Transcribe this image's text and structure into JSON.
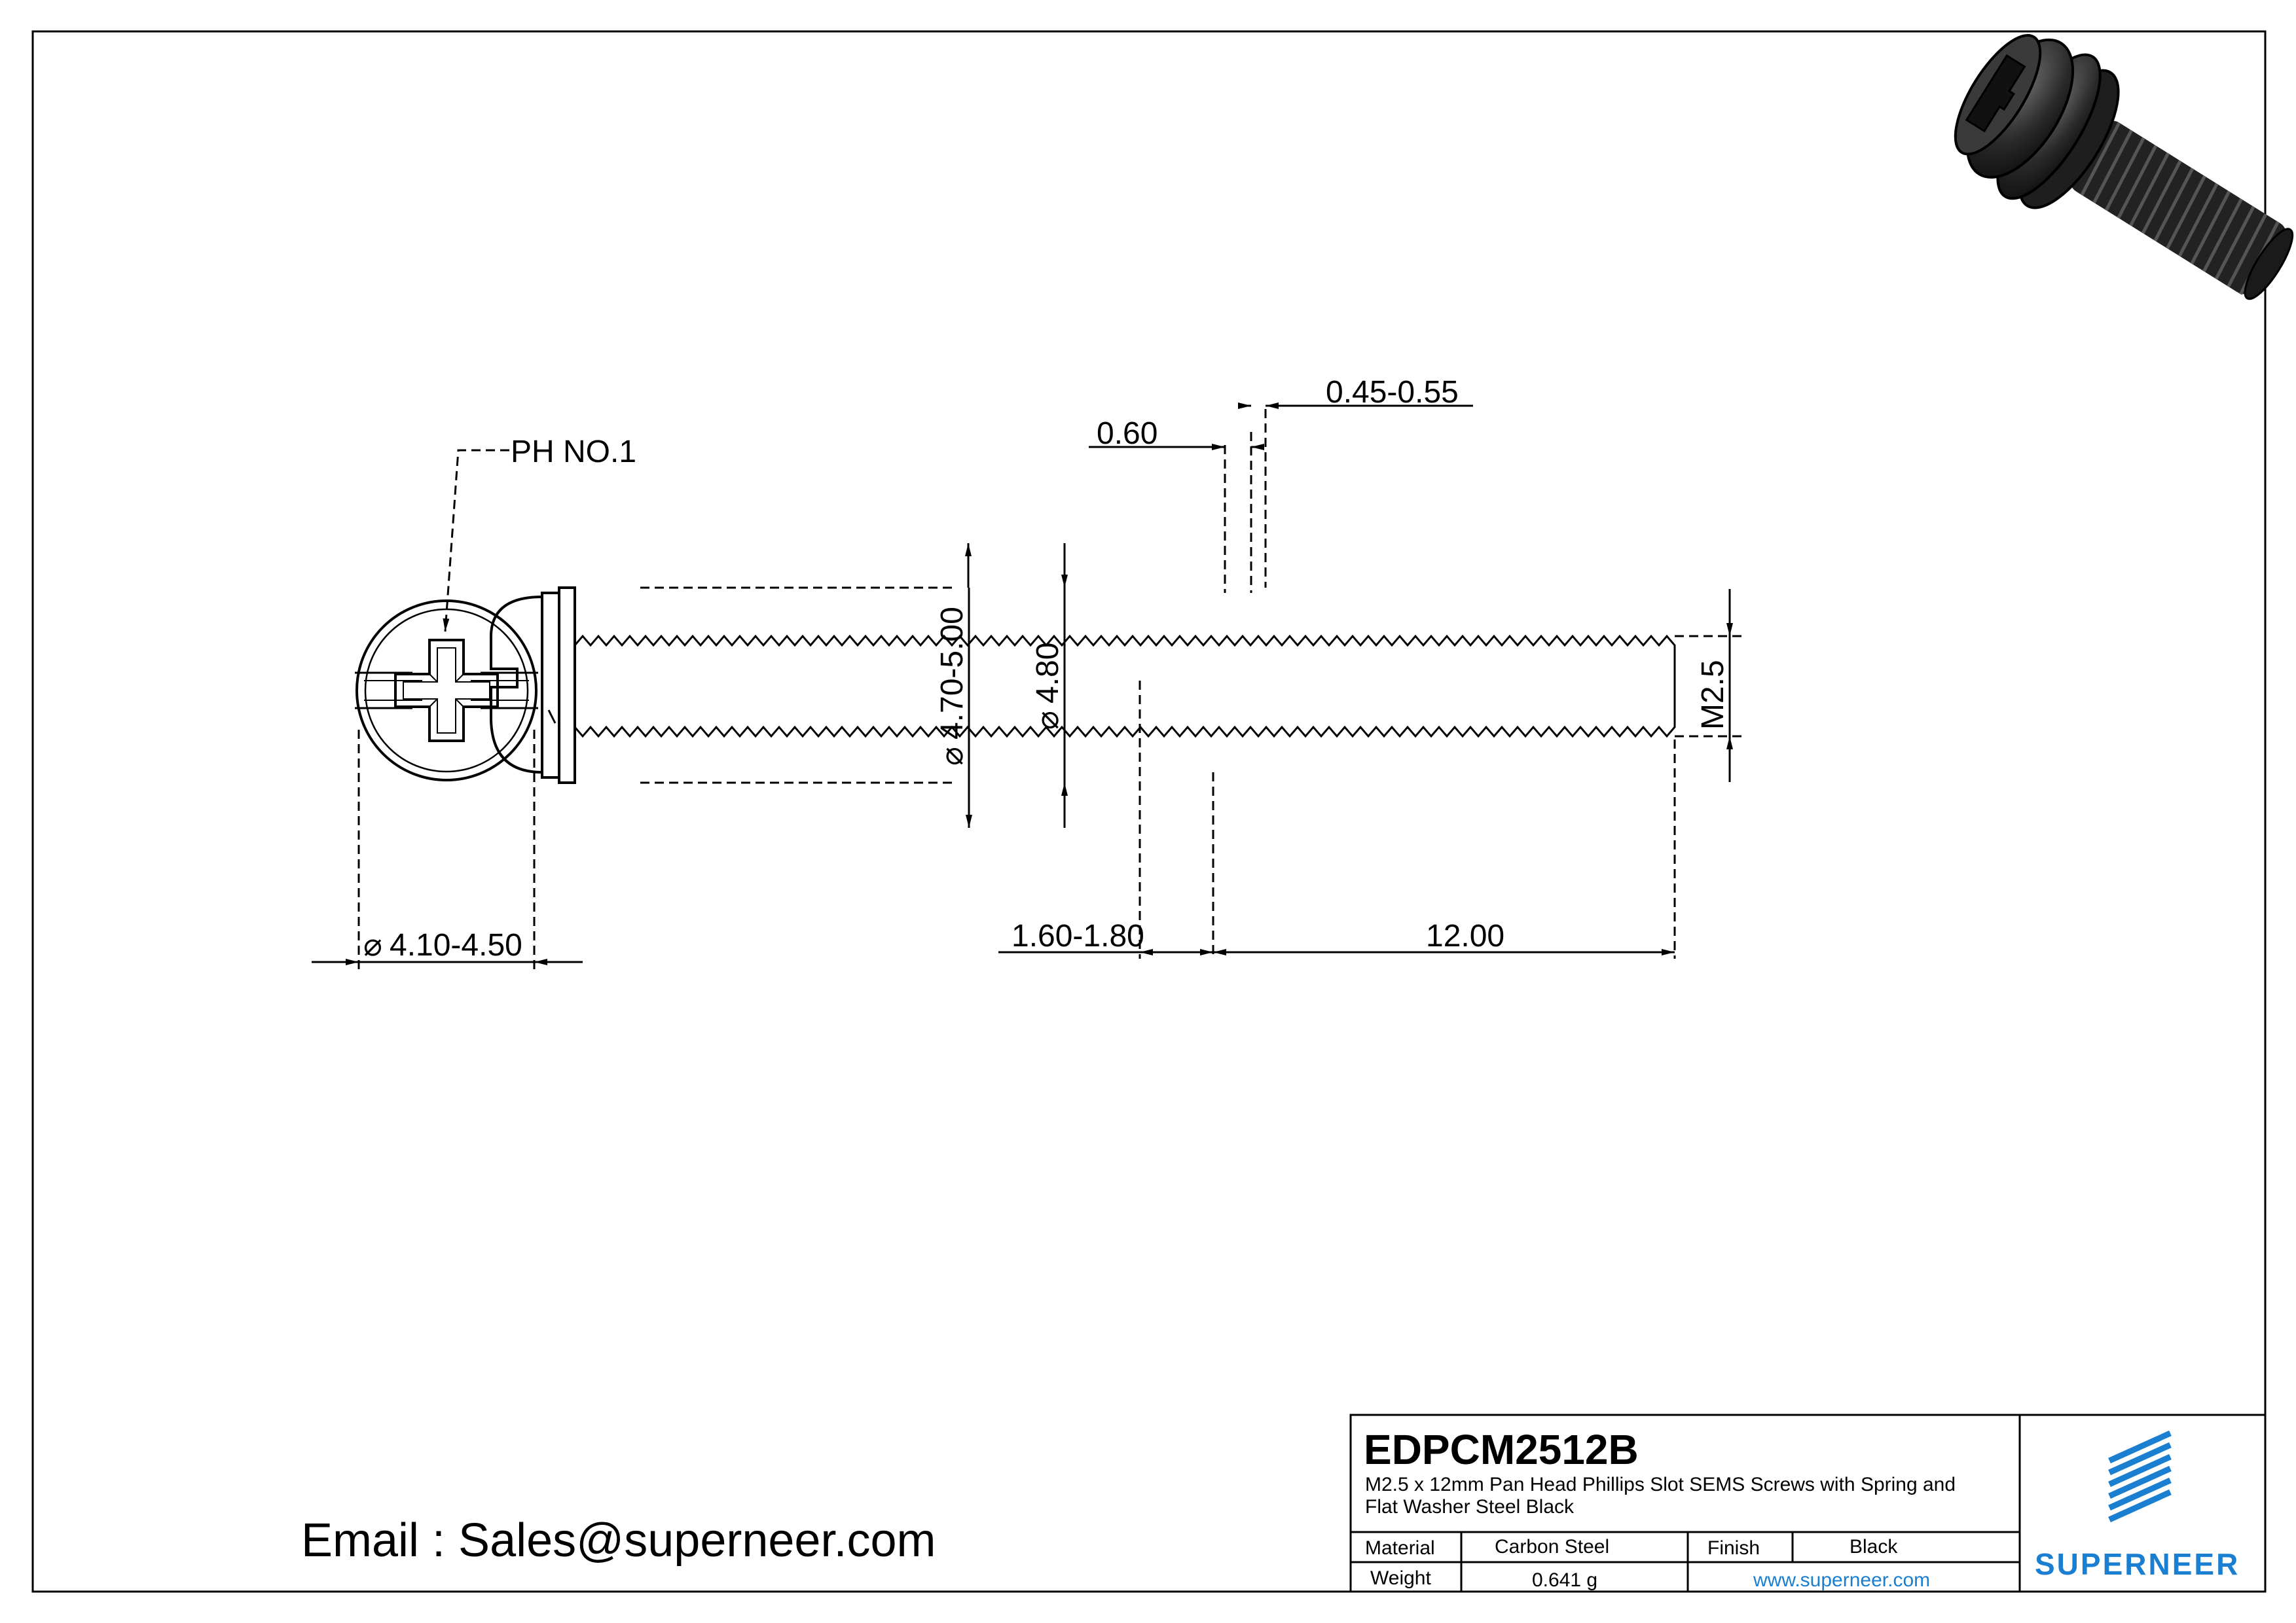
{
  "drawing": {
    "part_number": "EDPCM2512B",
    "description_line1": "M2.5 x 12mm Pan Head Phillips Slot SEMS Screws with Spring and",
    "description_line2": "Flat Washer Steel Black",
    "email": "Email : Sales@superneer.com",
    "brand": "SUPERNEER",
    "website": "www.superneer.com"
  },
  "title_block": {
    "material_label": "Material",
    "material_value": "Carbon Steel",
    "finish_label": "Finish",
    "finish_value": "Black",
    "weight_label": "Weight",
    "weight_value": "0.641 g"
  },
  "dimensions": {
    "drive": "PH NO.1",
    "head_diameter": "4.10-4.50",
    "washer_od": "4.70-5.00",
    "spring_od": "4.80",
    "head_height": "1.60-1.80",
    "length": "12.00",
    "thread": "M2.5",
    "spring_thickness": "0.60",
    "washer_thickness": "0.45-0.55",
    "diameter_symbol": "⌀"
  },
  "colors": {
    "line": "#000000",
    "brand_blue": "#1a7fd1",
    "screw_render": "#2a2a2a"
  },
  "icons": [
    "superneer-logo-icon",
    "screw-3d-render-icon"
  ]
}
